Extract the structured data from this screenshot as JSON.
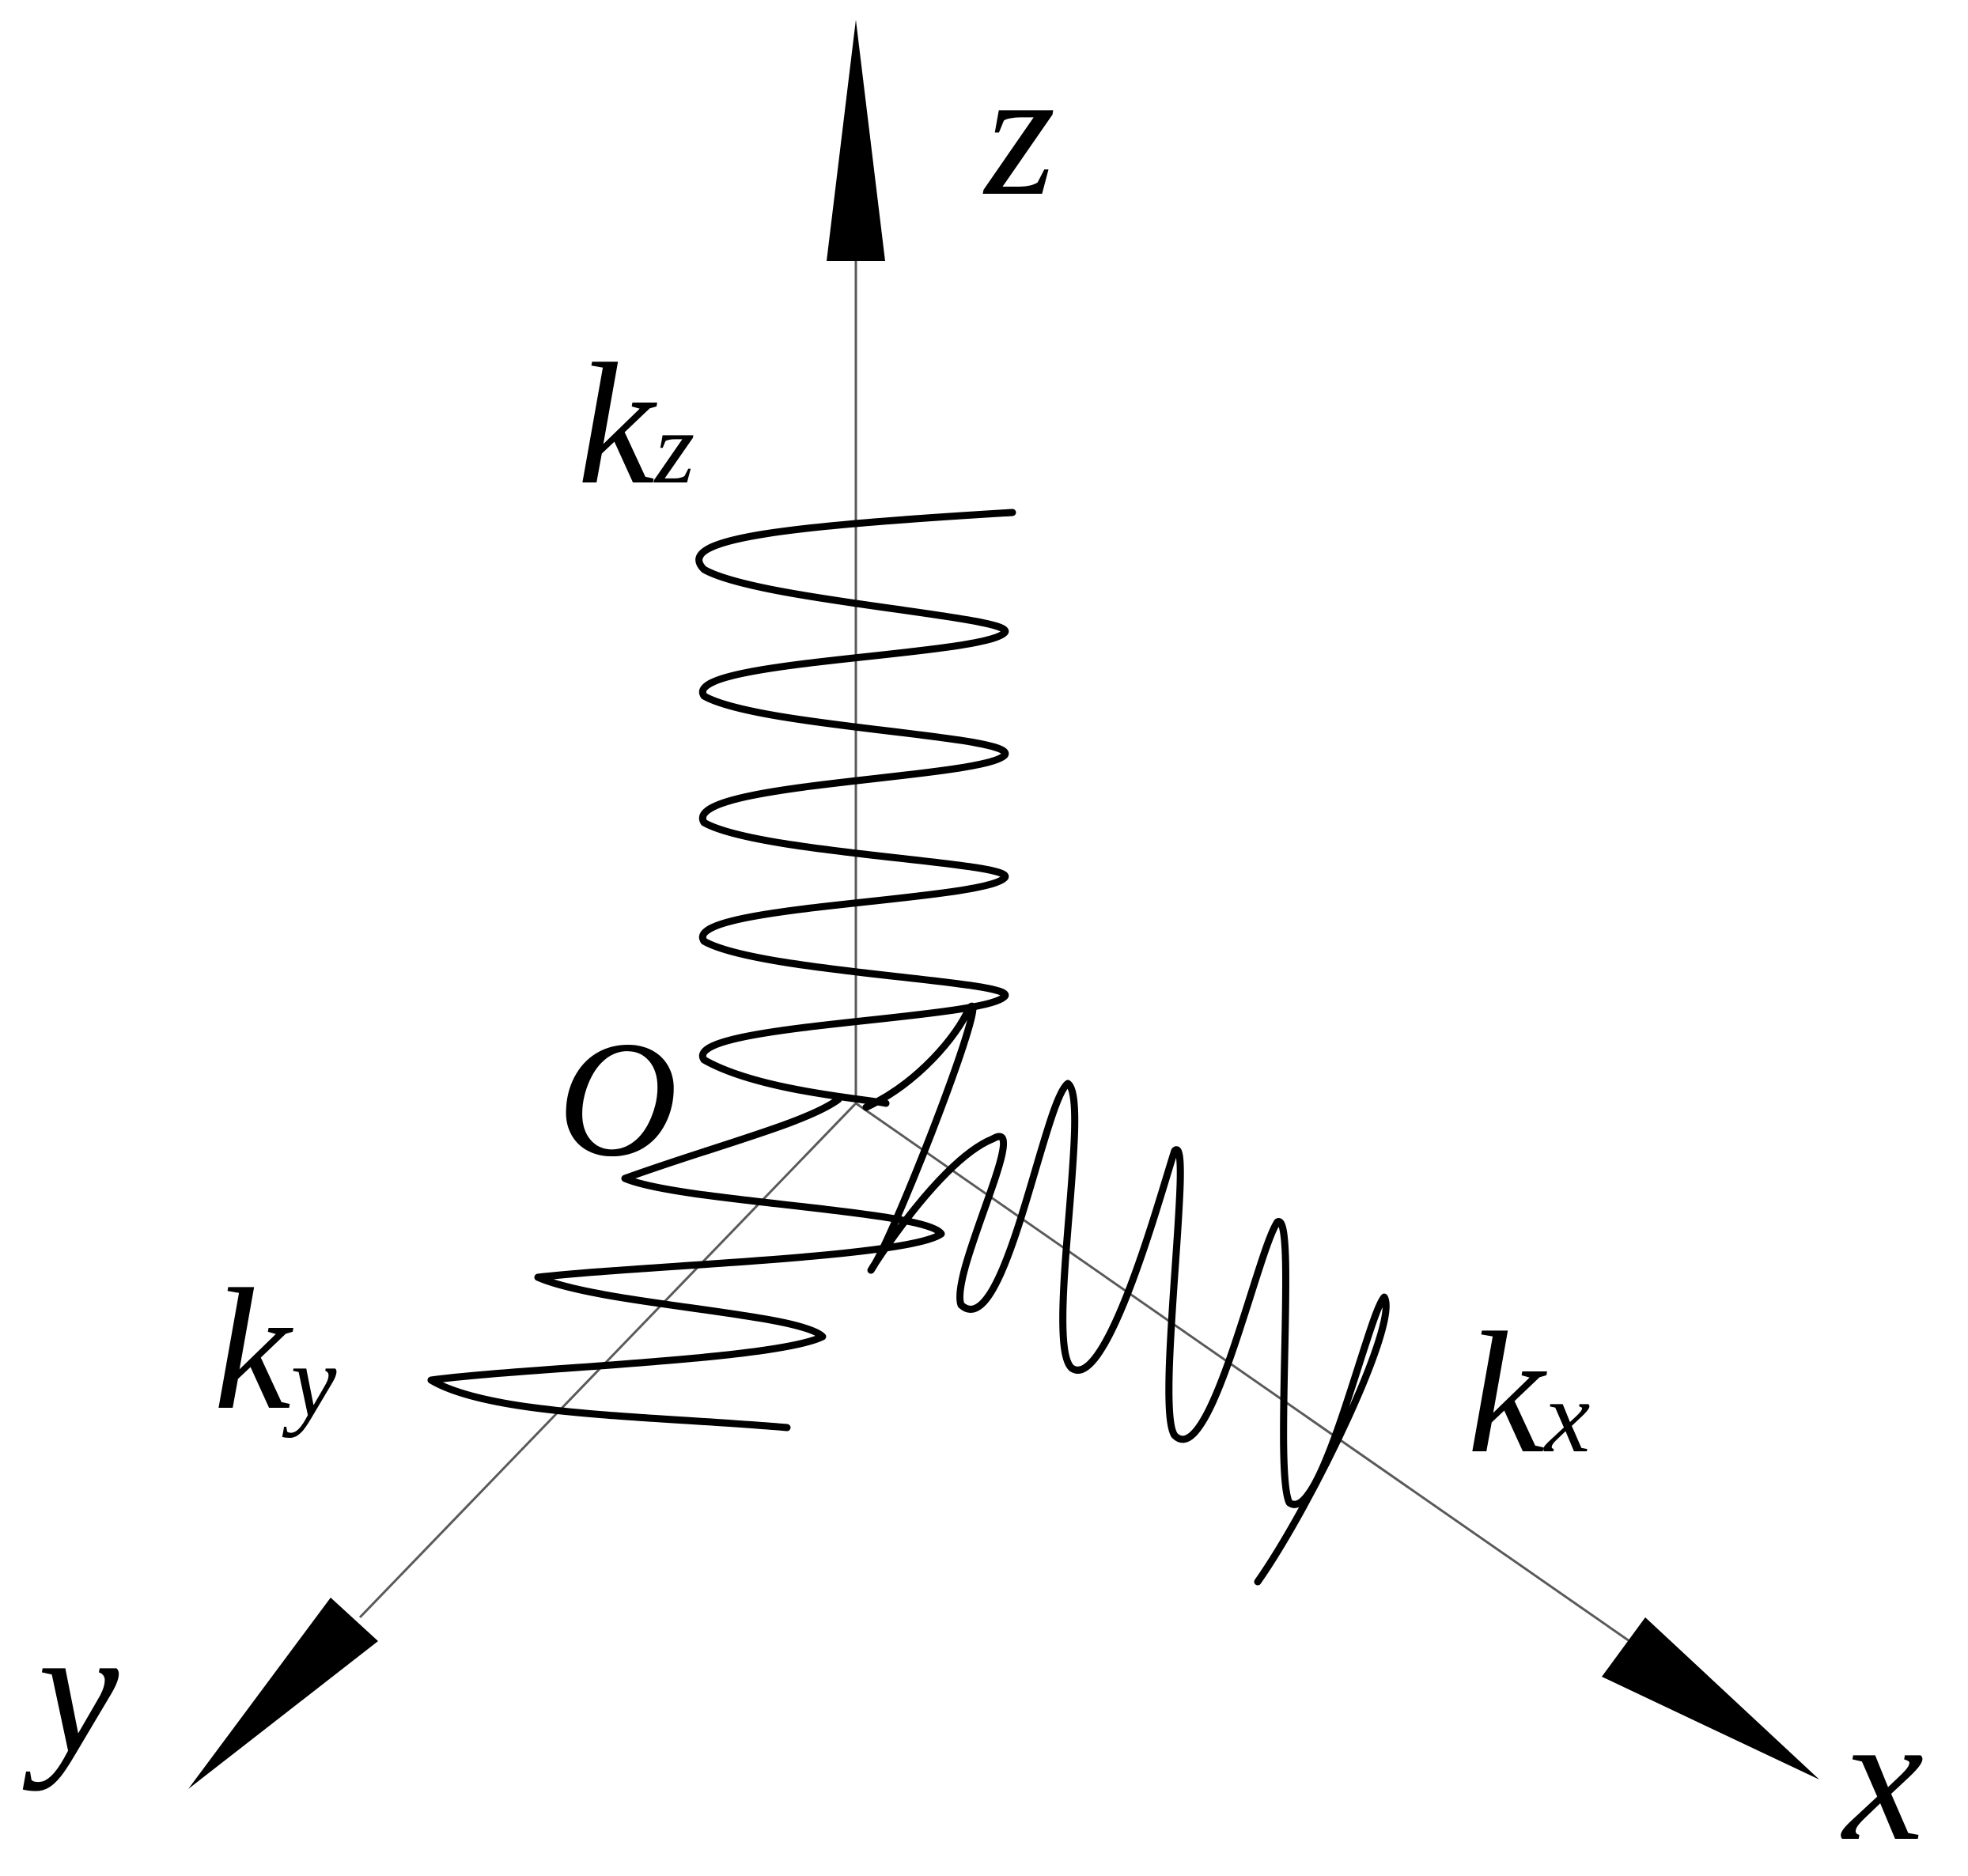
{
  "diagram": {
    "axes": {
      "x": "x",
      "y": "y",
      "z": "z"
    },
    "origin": "O",
    "springs": {
      "x": {
        "k": "k",
        "sub": "x"
      },
      "y": {
        "k": "k",
        "sub": "y"
      },
      "z": {
        "k": "k",
        "sub": "z"
      }
    }
  }
}
